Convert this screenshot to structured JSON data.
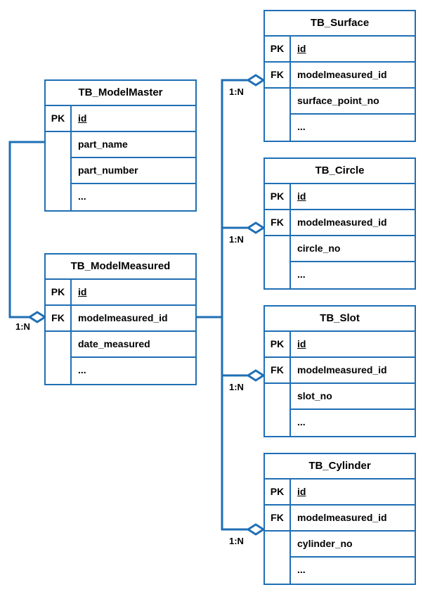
{
  "diagram": {
    "type": "entity-relationship-diagram",
    "accent_color": "#1F6FB5",
    "text_color": "#000000",
    "background_color": "#FFFFFF",
    "key_labels": {
      "primary": "PK",
      "foreign": "FK"
    },
    "ellipsis": "..."
  },
  "entities": [
    {
      "id": "tb-modelmaster",
      "name": "TB_ModelMaster",
      "rows": [
        {
          "key": "PK",
          "field": "id",
          "underline": true
        },
        {
          "key": "",
          "field": "part_name",
          "underline": false
        },
        {
          "key": "",
          "field": "part_number",
          "underline": false
        },
        {
          "key": "",
          "field": "...",
          "underline": false
        }
      ]
    },
    {
      "id": "tb-modelmeasured",
      "name": "TB_ModelMeasured",
      "rows": [
        {
          "key": "PK",
          "field": "id",
          "underline": true
        },
        {
          "key": "FK",
          "field": "modelmeasured_id",
          "underline": false
        },
        {
          "key": "",
          "field": "date_measured",
          "underline": false
        },
        {
          "key": "",
          "field": "...",
          "underline": false
        }
      ]
    },
    {
      "id": "tb-surface",
      "name": "TB_Surface",
      "rows": [
        {
          "key": "PK",
          "field": "id",
          "underline": true
        },
        {
          "key": "FK",
          "field": "modelmeasured_id",
          "underline": false
        },
        {
          "key": "",
          "field": "surface_point_no",
          "underline": false
        },
        {
          "key": "",
          "field": "...",
          "underline": false
        }
      ]
    },
    {
      "id": "tb-circle",
      "name": "TB_Circle",
      "rows": [
        {
          "key": "PK",
          "field": "id",
          "underline": true
        },
        {
          "key": "FK",
          "field": "modelmeasured_id",
          "underline": false
        },
        {
          "key": "",
          "field": "circle_no",
          "underline": false
        },
        {
          "key": "",
          "field": "...",
          "underline": false
        }
      ]
    },
    {
      "id": "tb-slot",
      "name": "TB_Slot",
      "rows": [
        {
          "key": "PK",
          "field": "id",
          "underline": true
        },
        {
          "key": "FK",
          "field": "modelmeasured_id",
          "underline": false
        },
        {
          "key": "",
          "field": "slot_no",
          "underline": false
        },
        {
          "key": "",
          "field": "...",
          "underline": false
        }
      ]
    },
    {
      "id": "tb-cylinder",
      "name": "TB_Cylinder",
      "rows": [
        {
          "key": "PK",
          "field": "id",
          "underline": true
        },
        {
          "key": "FK",
          "field": "modelmeasured_id",
          "underline": false
        },
        {
          "key": "",
          "field": "cylinder_no",
          "underline": false
        },
        {
          "key": "",
          "field": "...",
          "underline": false
        }
      ]
    }
  ],
  "relationships": [
    {
      "id": "rel-master-measured",
      "from": "TB_ModelMaster",
      "to": "TB_ModelMeasured",
      "cardinality": "1:N"
    },
    {
      "id": "rel-measured-surface",
      "from": "TB_ModelMeasured",
      "to": "TB_Surface",
      "cardinality": "1:N"
    },
    {
      "id": "rel-measured-circle",
      "from": "TB_ModelMeasured",
      "to": "TB_Circle",
      "cardinality": "1:N"
    },
    {
      "id": "rel-measured-slot",
      "from": "TB_ModelMeasured",
      "to": "TB_Slot",
      "cardinality": "1:N"
    },
    {
      "id": "rel-measured-cylinder",
      "from": "TB_ModelMeasured",
      "to": "TB_Cylinder",
      "cardinality": "1:N"
    }
  ]
}
